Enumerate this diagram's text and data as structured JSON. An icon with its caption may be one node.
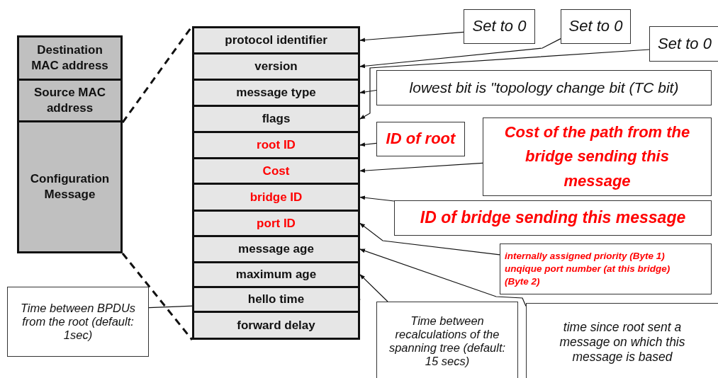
{
  "diagram": {
    "nodes": [
      {
        "text": [
          "Destination MAC address"
        ]
      },
      {
        "text": [
          "Source MAC address"
        ]
      },
      {
        "text": [
          "Configuration Message"
        ]
      },
      {
        "text": [
          "protocol identifier"
        ]
      },
      {
        "text": [
          "version"
        ]
      },
      {
        "text": [
          "message type"
        ]
      },
      {
        "text": [
          "flags"
        ]
      },
      {
        "text": [
          "root ID"
        ]
      },
      {
        "text": [
          "Cost"
        ]
      },
      {
        "text": [
          "bridge ID"
        ]
      },
      {
        "text": [
          "port ID"
        ]
      },
      {
        "text": [
          "message age"
        ]
      },
      {
        "text": [
          "maximum age"
        ]
      },
      {
        "text": [
          "hello time"
        ]
      },
      {
        "text": [
          "forward delay"
        ]
      },
      {
        "text": [
          "Set to 0"
        ]
      },
      {
        "text": [
          "Set to 0"
        ]
      },
      {
        "text": [
          "Set to 0"
        ]
      },
      {
        "text": [
          "lowest bit is \"topology change bit (TC bit)"
        ]
      },
      {
        "text": [
          "ID of root"
        ]
      },
      {
        "text": [
          "Cost of the path from the bridge sending this message"
        ]
      },
      {
        "text": [
          "ID of bridge sending this message"
        ]
      },
      {
        "text": [
          "internally assigned priority (Byte 1) unqique port number (at this bridge) (Byte 2)"
        ]
      },
      {
        "text": [
          "Time between BPDUs from the root (default: 1sec)"
        ]
      },
      {
        "text": [
          "Time between recalculations of the spanning tree (default: 15 secs)"
        ]
      },
      {
        "text": [
          "time since root sent a message on which this message is based"
        ]
      }
    ],
    "edges": [
      {
        "from": 1,
        "to": 3,
        "arrow": "none",
        "style": "dashed"
      },
      {
        "from": 2,
        "to": 14,
        "arrow": "none",
        "style": "dashed"
      },
      {
        "from": 15,
        "to": 3,
        "arrow": "to"
      },
      {
        "from": 16,
        "to": 4,
        "arrow": "to"
      },
      {
        "from": 17,
        "to": 6,
        "arrow": "to"
      },
      {
        "from": 18,
        "to": 5,
        "arrow": "to"
      },
      {
        "from": 19,
        "to": 7,
        "arrow": "to"
      },
      {
        "from": 20,
        "to": 8,
        "arrow": "to"
      },
      {
        "from": 21,
        "to": 9,
        "arrow": "to"
      },
      {
        "from": 22,
        "to": 10,
        "arrow": "to"
      },
      {
        "from": 23,
        "to": 13,
        "arrow": "to"
      },
      {
        "from": 24,
        "to": 12,
        "arrow": "to"
      },
      {
        "from": 25,
        "to": 11,
        "arrow": "to"
      }
    ]
  }
}
